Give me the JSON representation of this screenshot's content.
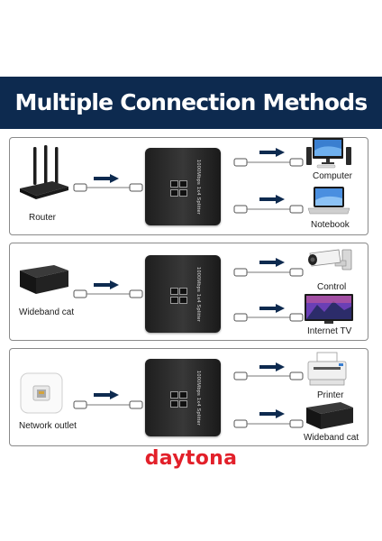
{
  "title": "Multiple Connection Methods",
  "splitter_text": "1000Mbps 1x4 Splitter",
  "panels": [
    {
      "source": "Router",
      "outputs": [
        "Computer",
        "Notebook"
      ]
    },
    {
      "source": "Wideband cat",
      "outputs": [
        "Control",
        "Internet TV"
      ]
    },
    {
      "source": "Network outlet",
      "outputs": [
        "Printer",
        "Wideband cat"
      ]
    }
  ],
  "brand": "daytona",
  "colors": {
    "banner": "#0d2a4f",
    "brand": "#e2202a",
    "device": "#1e1e1e"
  },
  "icons": [
    "router-icon",
    "computer-icon",
    "notebook-icon",
    "wideband-box-icon",
    "security-camera-icon",
    "internet-tv-icon",
    "network-outlet-icon",
    "printer-icon",
    "arrow-icon",
    "ethernet-cable-icon"
  ]
}
